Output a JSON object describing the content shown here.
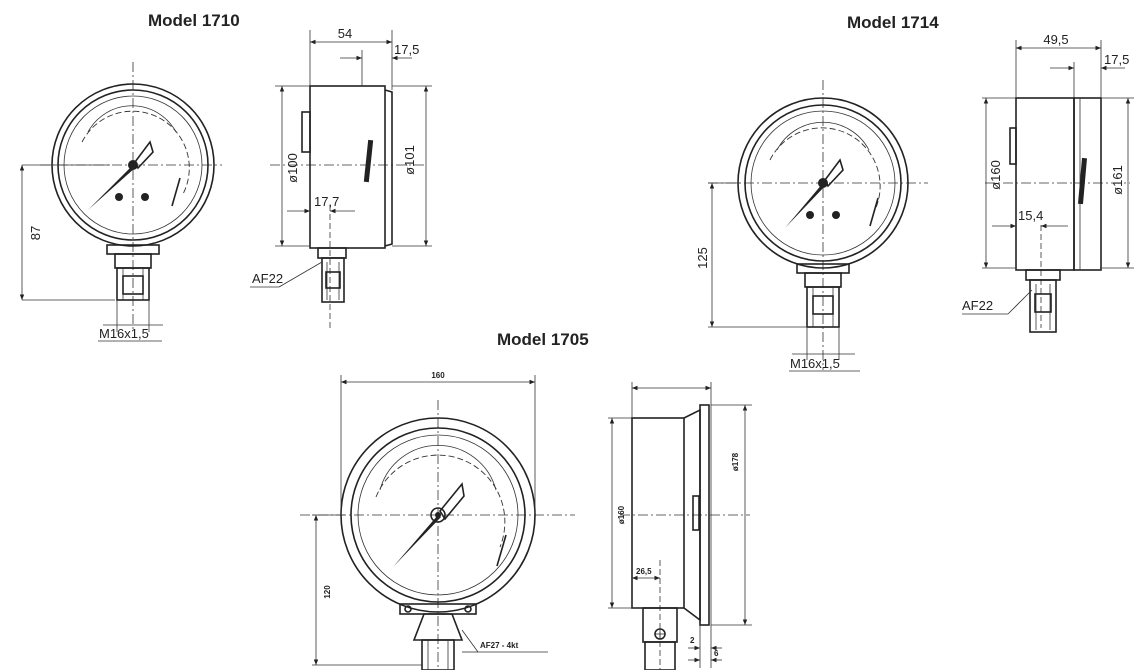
{
  "models": [
    {
      "title": "Model 1710",
      "dims": {
        "depth": "54",
        "front_offset": "17,5",
        "case_dia": "ø100",
        "bezel_dia": "ø101",
        "conn_offset": "17,7",
        "height": "87",
        "thread": "M16x1,5",
        "wrench": "AF22"
      }
    },
    {
      "title": "Model 1714",
      "dims": {
        "depth": "49,5",
        "front_offset": "17,5",
        "case_dia": "ø160",
        "bezel_dia": "ø161",
        "conn_offset": "15,4",
        "height": "125",
        "thread": "M16x1,5",
        "wrench": "AF22"
      }
    },
    {
      "title": "Model 1705",
      "dims": {
        "width": "160",
        "height": "120",
        "wrench": "AF27 - 4kt",
        "case_dia": "ø160",
        "bezel_dia": "ø178",
        "conn_offset": "26,5",
        "gap_a": "2",
        "gap_b": "6"
      }
    }
  ]
}
